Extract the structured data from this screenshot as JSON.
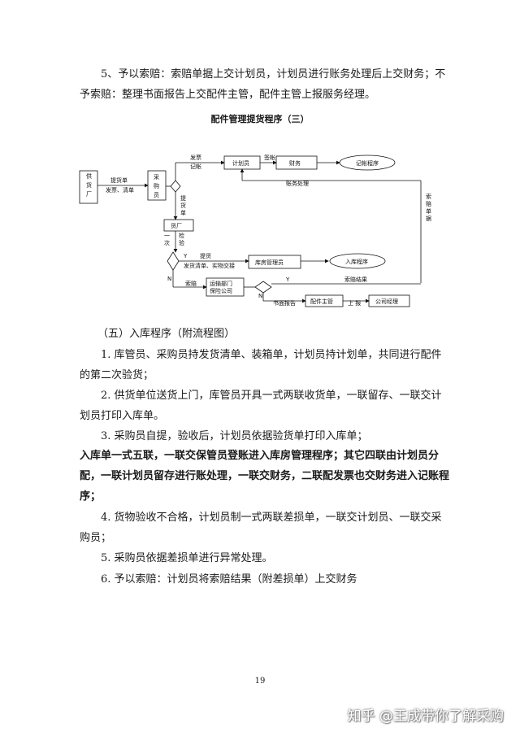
{
  "section_intro": "5、予以索赔：索赔单据上交计划员，计划员进行账务处理后上交财务；不予索赔：整理书面报告上交配件主管，配件主管上报服务经理。",
  "flowchart": {
    "title": "配件管理提货程序（三）",
    "supplier": "供货厂家",
    "buyer": "采购员",
    "planner": "计划员",
    "finance": "财务",
    "bookkeeping": "记帐程序",
    "goods": "货厂",
    "warehouse_manager": "库房管理员",
    "warehouse_entry": "入库程序",
    "transport": "运输部门保险公司",
    "parts_manager": "配件主管",
    "gm": "公司经理",
    "lbl_pickup_bill": "提货单",
    "lbl_invoice_list": "发票、清单",
    "lbl_invoice_bookkeep": "发票记帐",
    "lbl_sign": "签帐",
    "lbl_account": "账务处理",
    "lbl_claim_docs": "索赔单据",
    "lbl_pickup": "提货单",
    "lbl_once": "一次",
    "lbl_inspect": "检验",
    "lbl_y": "Y",
    "lbl_deliver": "提货",
    "lbl_handover": "发货清单、实物交接",
    "lbl_n": "N",
    "lbl_claim": "索赔",
    "lbl_claim_result": "索赔结果",
    "lbl_report": "书面报告",
    "lbl_report_up": "上 报"
  },
  "section_heading": "（五）入库程序（附流程图）",
  "items": [
    "1. 库管员、采购员持发货清单、装箱单，计划员持计划单，共同进行配件的第二次验货；",
    "2. 供货单位送货上门，库管员开具一式两联收货单，一联留存、一联交计划员打印入库单。",
    "3. 采购员自提，验收后，计划员依据验货单打印入库单；"
  ],
  "bold_paragraph": "入库单一式五联，一联交保管员登账进入库房管理程序；其它四联由计划员分配，一联计划员留存进行账处理，一联交财务，二联配发票也交财务进入记账程序；",
  "items_after": [
    "4. 货物验收不合格，计划员制一式两联差损单，一联交计划员、一联交采购员；",
    "5. 采购员依据差损单进行异常处理。",
    "6. 予以索赔：计划员将索赔结果（附差损单）上交财务"
  ],
  "page_number": "19",
  "watermark": "知乎 @王成带你了解采购"
}
